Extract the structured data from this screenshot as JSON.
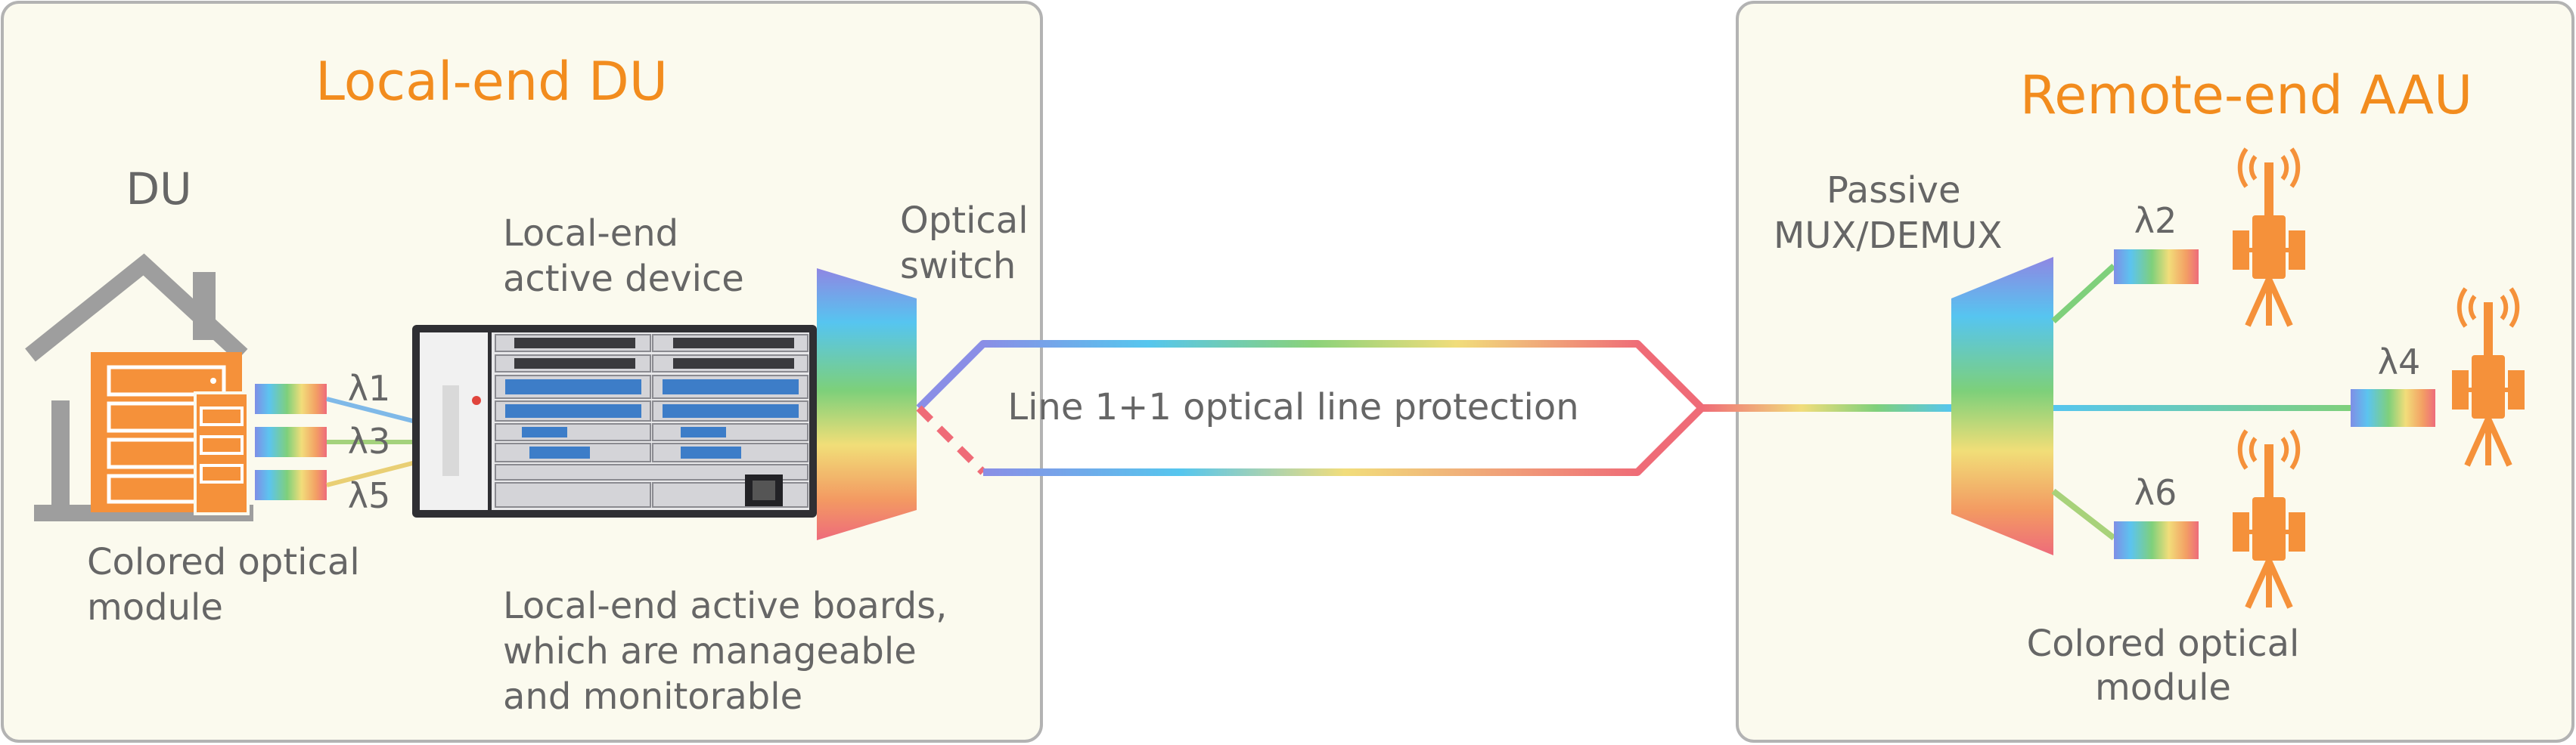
{
  "panels": {
    "local": {
      "title": "Local-end DU"
    },
    "remote": {
      "title": "Remote-end AAU"
    }
  },
  "local": {
    "du_label": "DU",
    "colored_module_line1": "Colored optical",
    "colored_module_line2": "module",
    "active_device_line1": "Local-end",
    "active_device_line2": "active device",
    "optical_switch_line1": "Optical",
    "optical_switch_line2": "switch",
    "boards_line1": "Local-end active boards,",
    "boards_line2": "which are manageable",
    "boards_line3": "and monitorable",
    "wavelengths": [
      "λ1",
      "λ3",
      "λ5"
    ]
  },
  "line": {
    "protection_label": "Line 1+1 optical line protection"
  },
  "remote": {
    "mux_line1": "Passive",
    "mux_line2": "MUX/DEMUX",
    "wavelengths": [
      "λ2",
      "λ4",
      "λ6"
    ],
    "colored_module_line1": "Colored optical",
    "colored_module_line2": "module"
  },
  "colors": {
    "panel_bg": "#fbfaee",
    "panel_border": "#b3b3b3",
    "title": "#f28c1e",
    "text": "#666666",
    "orange": "#f5913a",
    "house_gray": "#9e9e9e",
    "line_red": "#ef6b77"
  }
}
